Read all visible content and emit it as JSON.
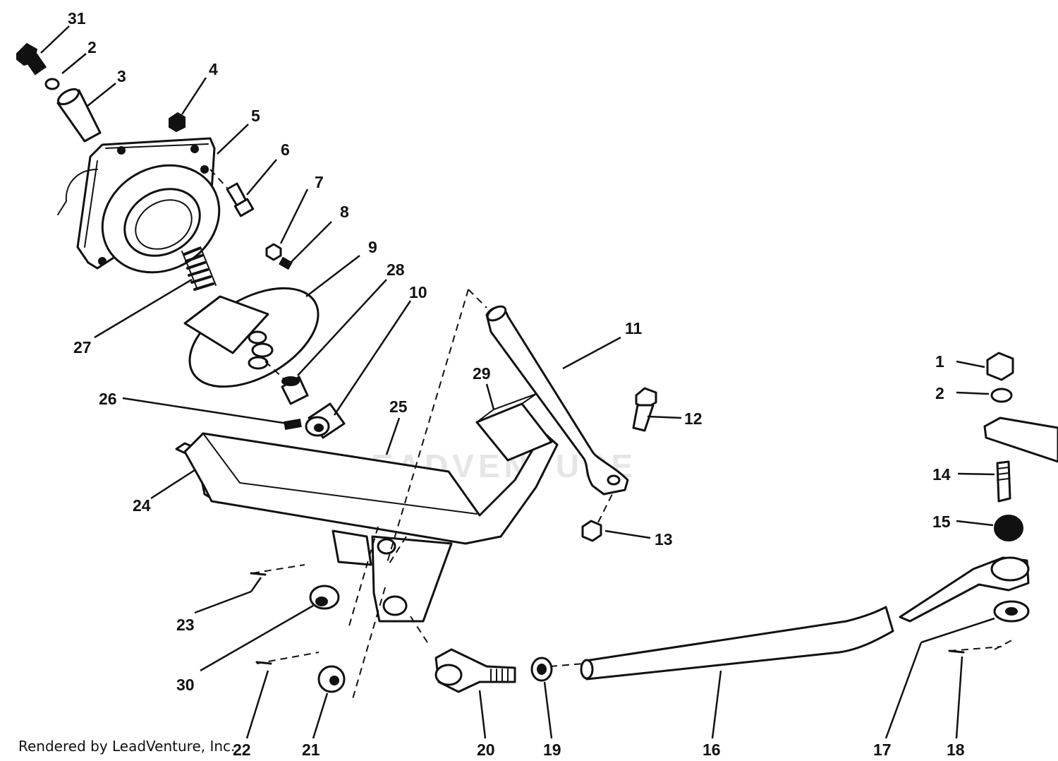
{
  "watermark": "LEADVENTURE",
  "credit": "Rendered by LeadVenture, Inc.",
  "callouts": {
    "c31": "31",
    "c2a": "2",
    "c3": "3",
    "c4": "4",
    "c5": "5",
    "c6": "6",
    "c7": "7",
    "c8": "8",
    "c9": "9",
    "c28": "28",
    "c10": "10",
    "c27": "27",
    "c26": "26",
    "c25": "25",
    "c29": "29",
    "c24": "24",
    "c11": "11",
    "c12": "12",
    "c13": "13",
    "c1": "1",
    "c2b": "2",
    "c14": "14",
    "c15": "15",
    "c23": "23",
    "c30": "30",
    "c22": "22",
    "c21": "21",
    "c20": "20",
    "c19": "19",
    "c16": "16",
    "c17": "17",
    "c18": "18"
  }
}
